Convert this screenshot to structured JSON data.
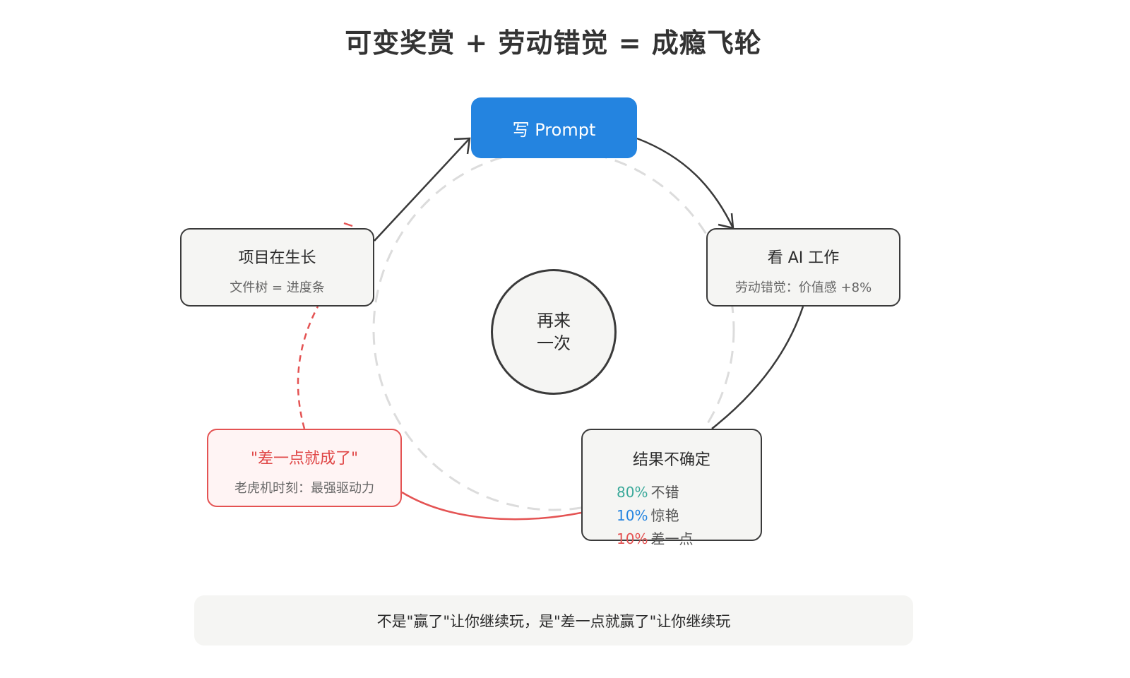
{
  "title": "可变奖赏 + 劳动错觉 = 成瘾飞轮",
  "nodes": {
    "prompt": {
      "label": "写 Prompt"
    },
    "watch": {
      "label": "看 AI 工作",
      "sub": "劳动错觉：价值感 +8%"
    },
    "result": {
      "label": "结果不确定",
      "outcomes": [
        {
          "pct": "80%",
          "label": "不错",
          "color": "#3aa99a"
        },
        {
          "pct": "10%",
          "label": "惊艳",
          "color": "#2484e0"
        },
        {
          "pct": "10%",
          "label": "差一点",
          "color": "#e45353"
        }
      ]
    },
    "almost": {
      "label": "\"差一点就成了\"",
      "sub": "老虎机时刻：最强驱动力"
    },
    "grow": {
      "label": "项目在生长",
      "sub": "文件树 = 进度条"
    }
  },
  "center": {
    "line1": "再来",
    "line2": "一次"
  },
  "footer": "不是\"赢了\"让你继续玩，是\"差一点就赢了\"让你继续玩",
  "colors": {
    "accent": "#2484e0",
    "highlight": "#e45353",
    "good": "#3aa99a",
    "stroke": "#3a3a3a",
    "node_fill": "#f5f5f3"
  }
}
